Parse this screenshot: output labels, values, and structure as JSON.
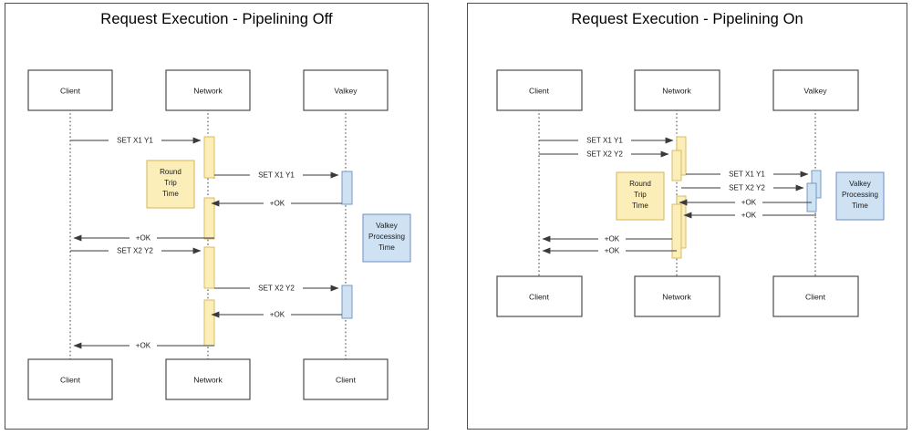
{
  "diagram": {
    "type": "sequence-diagram",
    "colors": {
      "activation_yellow_fill": "#fbeeb8",
      "activation_yellow_stroke": "#d6b656",
      "activation_blue_fill": "#cfe2f3",
      "activation_blue_stroke": "#6c8ebf",
      "box_stroke": "#4d4d4d",
      "message_stroke": "#3a3a3a",
      "background": "#ffffff"
    }
  },
  "panels": [
    {
      "id": "pipelining-off",
      "title": "Request Execution - Pipelining Off",
      "top_participants": [
        {
          "label": "Client"
        },
        {
          "label": "Network"
        },
        {
          "label": "Valkey"
        }
      ],
      "bottom_participants": [
        {
          "label": "Client"
        },
        {
          "label": "Network"
        },
        {
          "label": "Client"
        }
      ],
      "notes": [
        {
          "id": "round-trip-time",
          "lines": [
            "Round",
            "Trip",
            "Time"
          ],
          "color": "yellow"
        },
        {
          "id": "valkey-processing-time",
          "lines": [
            "Valkey",
            "Processing",
            "Time"
          ],
          "color": "blue"
        }
      ],
      "messages": [
        {
          "label": "SET X1 Y1",
          "from": "Client",
          "to": "Network",
          "direction": "right"
        },
        {
          "label": "SET X1 Y1",
          "from": "Network",
          "to": "Valkey",
          "direction": "right"
        },
        {
          "label": "+OK",
          "from": "Valkey",
          "to": "Network",
          "direction": "left"
        },
        {
          "label": "+OK",
          "from": "Network",
          "to": "Client",
          "direction": "left"
        },
        {
          "label": "SET X2 Y2",
          "from": "Client",
          "to": "Network",
          "direction": "right"
        },
        {
          "label": "SET X2 Y2",
          "from": "Network",
          "to": "Valkey",
          "direction": "right"
        },
        {
          "label": "+OK",
          "from": "Valkey",
          "to": "Network",
          "direction": "left"
        },
        {
          "label": "+OK",
          "from": "Network",
          "to": "Client",
          "direction": "left"
        }
      ]
    },
    {
      "id": "pipelining-on",
      "title": "Request Execution - Pipelining On",
      "top_participants": [
        {
          "label": "Client"
        },
        {
          "label": "Network"
        },
        {
          "label": "Valkey"
        }
      ],
      "bottom_participants": [
        {
          "label": "Client"
        },
        {
          "label": "Network"
        },
        {
          "label": "Client"
        }
      ],
      "notes": [
        {
          "id": "round-trip-time",
          "lines": [
            "Round",
            "Trip",
            "Time"
          ],
          "color": "yellow"
        },
        {
          "id": "valkey-processing-time",
          "lines": [
            "Valkey",
            "Processing",
            "Time"
          ],
          "color": "blue"
        }
      ],
      "messages": [
        {
          "label": "SET X1 Y1",
          "from": "Client",
          "to": "Network",
          "direction": "right"
        },
        {
          "label": "SET X2 Y2",
          "from": "Client",
          "to": "Network",
          "direction": "right"
        },
        {
          "label": "SET X1 Y1",
          "from": "Network",
          "to": "Valkey",
          "direction": "right"
        },
        {
          "label": "SET X2 Y2",
          "from": "Network",
          "to": "Valkey",
          "direction": "right"
        },
        {
          "label": "+OK",
          "from": "Valkey",
          "to": "Network",
          "direction": "left"
        },
        {
          "label": "+OK",
          "from": "Valkey",
          "to": "Network",
          "direction": "left"
        },
        {
          "label": "+OK",
          "from": "Network",
          "to": "Client",
          "direction": "left"
        },
        {
          "label": "+OK",
          "from": "Network",
          "to": "Client",
          "direction": "left"
        }
      ]
    }
  ]
}
